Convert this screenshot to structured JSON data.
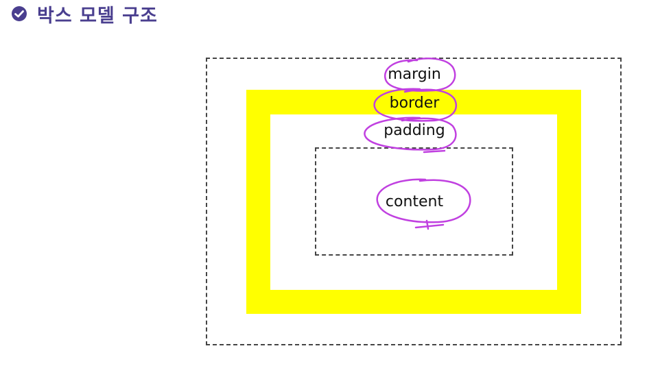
{
  "header": {
    "title": "박스 모델 구조",
    "icon": "check-circle-icon",
    "accent_color": "#4a3f8f"
  },
  "diagram": {
    "labels": {
      "margin": "margin",
      "border": "border",
      "padding": "padding",
      "content": "content"
    },
    "border_color": "#ffff00",
    "annotation_color": "#c040e0"
  }
}
